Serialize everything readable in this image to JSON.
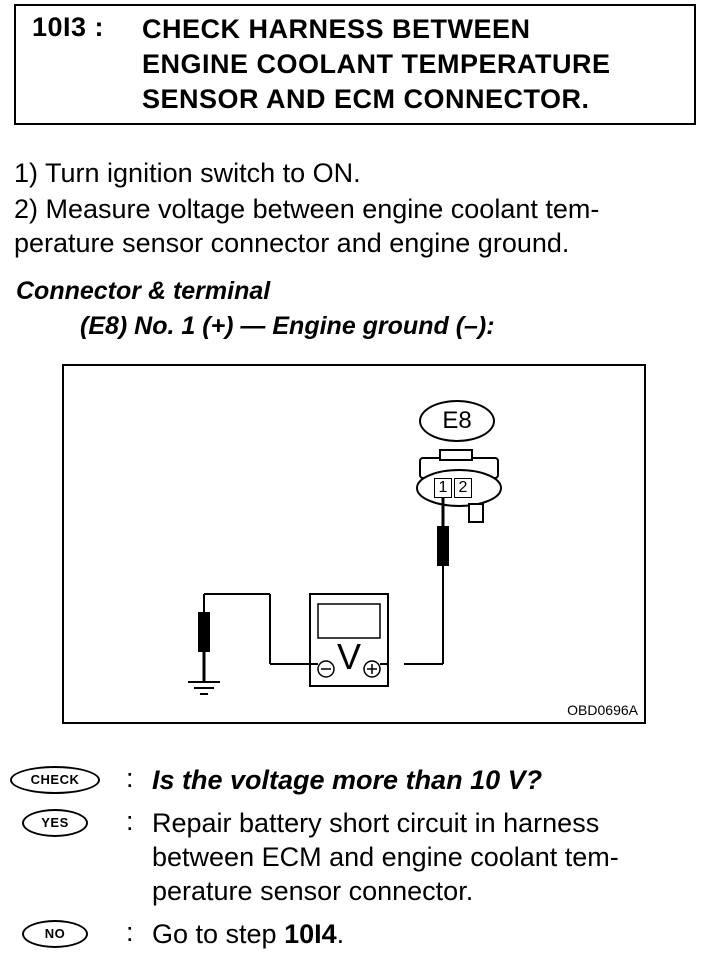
{
  "header": {
    "step_number": "10I3 :",
    "title_lines": [
      "CHECK HARNESS BETWEEN",
      "ENGINE COOLANT TEMPERATURE",
      "SENSOR AND ECM CONNECTOR."
    ]
  },
  "instructions": {
    "step1": "1) Turn ignition switch to ON.",
    "step2_line1": "2) Measure voltage between engine coolant tem-",
    "step2_line2": "perature sensor connector and engine ground."
  },
  "measurement": {
    "heading": "Connector & terminal",
    "spec": "(E8) No. 1 (+) — Engine ground (–):"
  },
  "figure": {
    "connector_label": "E8",
    "pin1": "1",
    "pin2": "2",
    "meter_symbol": "V",
    "code": "OBD0696A"
  },
  "checks": {
    "check_badge": "CHECK",
    "check_question": "Is the voltage more than 10 V?",
    "yes_badge": "YES",
    "yes_line1": "Repair battery short circuit in harness",
    "yes_line2": "between ECM and engine coolant tem-",
    "yes_line3": "perature sensor connector.",
    "no_badge": "NO",
    "no_text": "Go to step ",
    "no_step": "10I4",
    "no_period": "."
  }
}
